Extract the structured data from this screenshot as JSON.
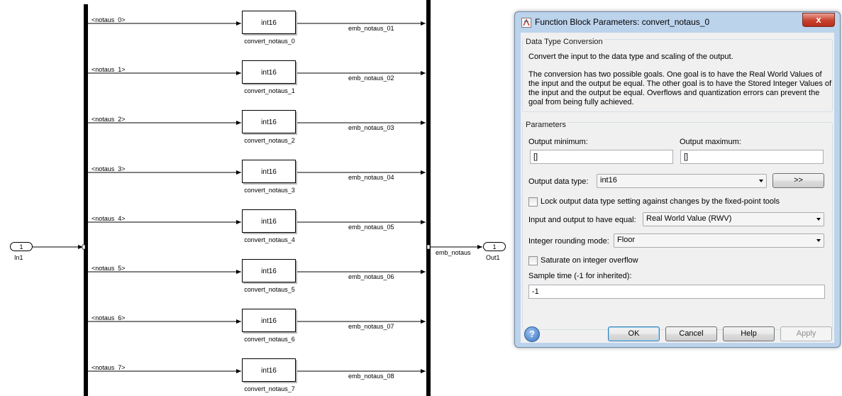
{
  "model": {
    "inport": {
      "number": "1",
      "name": "In1"
    },
    "outport": {
      "number": "1",
      "name": "Out1"
    },
    "bus_out_signal": "emb_notaus",
    "rows": [
      {
        "in_signal": "<notaus_0>",
        "block_label": "int16",
        "block_name": "convert_notaus_0",
        "out_signal": "emb_notaus_01"
      },
      {
        "in_signal": "<notaus_1>",
        "block_label": "int16",
        "block_name": "convert_notaus_1",
        "out_signal": "emb_notaus_02"
      },
      {
        "in_signal": "<notaus_2>",
        "block_label": "int16",
        "block_name": "convert_notaus_2",
        "out_signal": "emb_notaus_03"
      },
      {
        "in_signal": "<notaus_3>",
        "block_label": "int16",
        "block_name": "convert_notaus_3",
        "out_signal": "emb_notaus_04"
      },
      {
        "in_signal": "<notaus_4>",
        "block_label": "int16",
        "block_name": "convert_notaus_4",
        "out_signal": "emb_notaus_05"
      },
      {
        "in_signal": "<notaus_5>",
        "block_label": "int16",
        "block_name": "convert_notaus_5",
        "out_signal": "emb_notaus_06"
      },
      {
        "in_signal": "<notaus_6>",
        "block_label": "int16",
        "block_name": "convert_notaus_6",
        "out_signal": "emb_notaus_07"
      },
      {
        "in_signal": "<notaus_7>",
        "block_label": "int16",
        "block_name": "convert_notaus_7",
        "out_signal": "emb_notaus_08"
      }
    ]
  },
  "dialog": {
    "title": "Function Block Parameters: convert_notaus_0",
    "close_label": "x",
    "section_title": "Data Type Conversion",
    "description_1": "Convert the input to the data type and scaling of the output.",
    "description_2": "The conversion has two possible goals. One goal is to have the Real World Values of the input and the output be equal.  The other goal is to have the Stored Integer Values of the input and the output be equal.  Overflows and quantization errors can prevent the goal from being fully achieved.",
    "params_title": "Parameters",
    "output_min_label": "Output minimum:",
    "output_min_value": "[]",
    "output_max_label": "Output maximum:",
    "output_max_value": "[]",
    "output_type_label": "Output data type:",
    "output_type_value": "int16",
    "assistant_button": ">>",
    "lock_label": "Lock output data type setting against changes by the fixed-point tools",
    "lock_checked": false,
    "equal_label": "Input and output to have equal:",
    "equal_value": "Real World Value (RWV)",
    "rounding_label": "Integer rounding mode:",
    "rounding_value": "Floor",
    "saturate_label": "Saturate on integer overflow",
    "saturate_checked": false,
    "sample_time_label": "Sample time (-1 for inherited):",
    "sample_time_value": "-1",
    "help_icon": "?",
    "ok": "OK",
    "cancel": "Cancel",
    "help": "Help",
    "apply": "Apply"
  }
}
